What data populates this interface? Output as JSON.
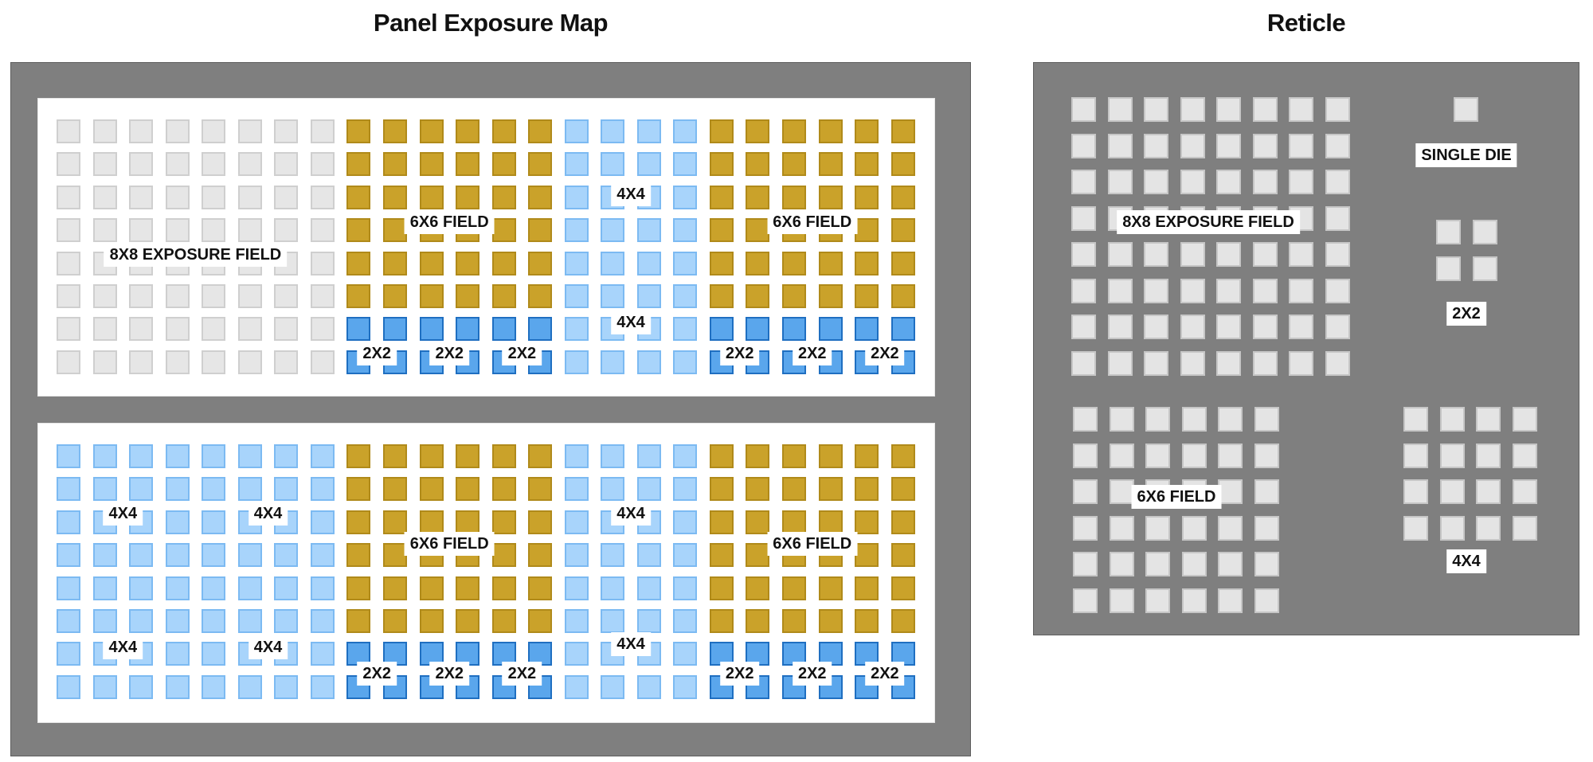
{
  "titles": {
    "map": "Panel Exposure Map",
    "reticle": "Reticle"
  },
  "colors": {
    "frame": "#7f7f7f",
    "panel": "#ffffff",
    "die_gray": "#e6e6e6",
    "die_gold": "#caa22a",
    "die_light_blue": "#a8d4fb",
    "die_blue": "#5aa6ec"
  },
  "panels": [
    {
      "rows": [
        "GGGGGGGGYYYYYYLLLLYYYYYY",
        "GGGGGGGGYYYYYYLLLLYYYYYY",
        "GGGGGGGGYYYYYYLLLLYYYYYY",
        "GGGGGGGGYYYYYYLLLLYYYYYY",
        "GGGGGGGGYYYYYYLLLLYYYYYY",
        "GGGGGGGGYYYYYYLLLLYYYYYY",
        "GGGGGGGGBBBBBBLLLLBBBBBB",
        "GGGGGGGGBBBBBBLLLLBBBBBB"
      ],
      "labels": [
        {
          "text": "8X8 EXPOSURE FIELD",
          "col": 3.5,
          "row": 3.75
        },
        {
          "text": "6X6 FIELD",
          "col": 10.5,
          "row": 2.75
        },
        {
          "text": "6X6 FIELD",
          "col": 20.5,
          "row": 2.75
        },
        {
          "text": "4X4",
          "col": 15.5,
          "row": 1.9
        },
        {
          "text": "4X4",
          "col": 15.5,
          "row": 5.8
        },
        {
          "text": "2X2",
          "col": 8.5,
          "row": 6.75
        },
        {
          "text": "2X2",
          "col": 10.5,
          "row": 6.75
        },
        {
          "text": "2X2",
          "col": 12.5,
          "row": 6.75
        },
        {
          "text": "2X2",
          "col": 18.5,
          "row": 6.75
        },
        {
          "text": "2X2",
          "col": 20.5,
          "row": 6.75
        },
        {
          "text": "2X2",
          "col": 22.5,
          "row": 6.75
        }
      ]
    },
    {
      "rows": [
        "LLLLLLLLYYYYYYLLLLYYYYYY",
        "LLLLLLLLYYYYYYLLLLYYYYYY",
        "LLLLLLLLYYYYYYLLLLYYYYYY",
        "LLLLLLLLYYYYYYLLLLYYYYYY",
        "LLLLLLLLYYYYYYLLLLYYYYYY",
        "LLLLLLLLYYYYYYLLLLYYYYYY",
        "LLLLLLLLBBBBBBLLLLBBBBBB",
        "LLLLLLLLBBBBBBLLLLBBBBBB"
      ],
      "labels": [
        {
          "text": "4X4",
          "col": 1.5,
          "row": 1.75
        },
        {
          "text": "4X4",
          "col": 5.5,
          "row": 1.75
        },
        {
          "text": "4X4",
          "col": 1.5,
          "row": 5.8
        },
        {
          "text": "4X4",
          "col": 5.5,
          "row": 5.8
        },
        {
          "text": "6X6 FIELD",
          "col": 10.5,
          "row": 2.65
        },
        {
          "text": "6X6 FIELD",
          "col": 20.5,
          "row": 2.65
        },
        {
          "text": "4X4",
          "col": 15.5,
          "row": 1.75
        },
        {
          "text": "4X4",
          "col": 15.5,
          "row": 5.7
        },
        {
          "text": "2X2",
          "col": 8.5,
          "row": 6.6
        },
        {
          "text": "2X2",
          "col": 10.5,
          "row": 6.6
        },
        {
          "text": "2X2",
          "col": 12.5,
          "row": 6.6
        },
        {
          "text": "2X2",
          "col": 18.5,
          "row": 6.6
        },
        {
          "text": "2X2",
          "col": 20.5,
          "row": 6.6
        },
        {
          "text": "2X2",
          "col": 22.5,
          "row": 6.6
        }
      ]
    }
  ],
  "reticle": {
    "fields": [
      {
        "name": "8x8",
        "cols": 8,
        "rows": 8,
        "label": "8X8 EXPOSURE FIELD"
      },
      {
        "name": "single",
        "cols": 1,
        "rows": 1,
        "label": "SINGLE DIE"
      },
      {
        "name": "2x2",
        "cols": 2,
        "rows": 2,
        "label": "2X2"
      },
      {
        "name": "6x6",
        "cols": 6,
        "rows": 6,
        "label": "6X6 FIELD"
      },
      {
        "name": "4x4",
        "cols": 4,
        "rows": 4,
        "label": "4X4"
      }
    ]
  }
}
